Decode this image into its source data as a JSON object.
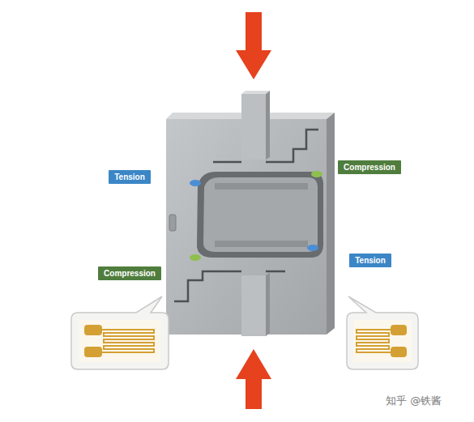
{
  "diagram": {
    "nodes": [
      {
        "text": [
          "Tension"
        ]
      },
      {
        "text": [
          "Compression"
        ]
      },
      {
        "text": [
          "Compression"
        ]
      },
      {
        "text": [
          "Tension"
        ]
      }
    ],
    "labels": [
      "知乎 @铁酱"
    ]
  }
}
